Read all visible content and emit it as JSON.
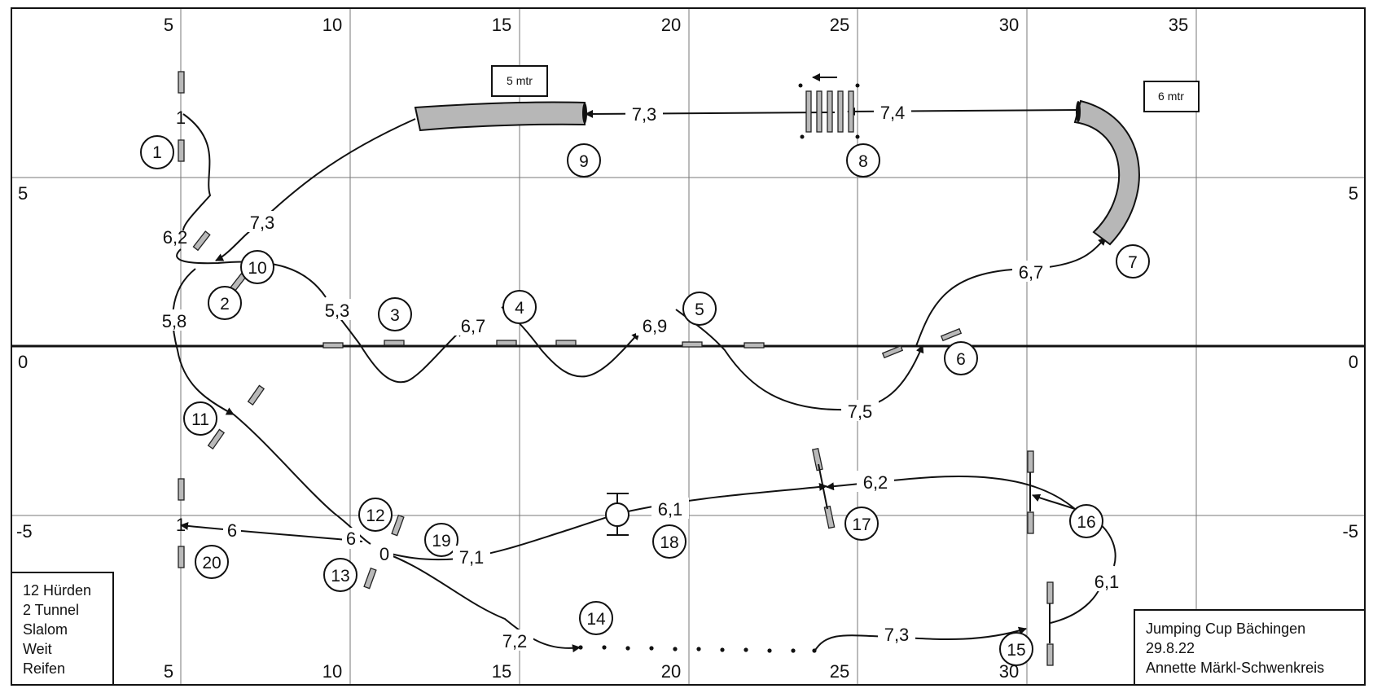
{
  "course": {
    "axis_top": [
      "5",
      "10",
      "15",
      "20",
      "25",
      "30",
      "35"
    ],
    "axis_bottom": [
      "5",
      "10",
      "15",
      "20",
      "25",
      "30"
    ],
    "axis_left": [
      "5",
      "0",
      "-5"
    ],
    "axis_right": [
      "5",
      "0",
      "-5"
    ],
    "tunnel_labels": [
      "5 mtr",
      "6 mtr"
    ],
    "obstacle_numbers": [
      "1",
      "2",
      "3",
      "4",
      "5",
      "6",
      "7",
      "8",
      "9",
      "10",
      "11",
      "12",
      "13",
      "14",
      "15",
      "16",
      "17",
      "18",
      "19",
      "20"
    ],
    "distances": [
      "7,3",
      "7,4",
      "7,3",
      "6,2",
      "5,3",
      "6,7",
      "6,9",
      "6,7",
      "7,5",
      "5,8",
      "6",
      "6",
      "0",
      "7,1",
      "6,1",
      "6,2",
      "7,2",
      "7,3",
      "6,1"
    ],
    "start_finish_markers": [
      "1",
      "1"
    ]
  },
  "equipment": [
    "12 Hürden",
    "2 Tunnel",
    "Slalom",
    "Weit",
    "Reifen"
  ],
  "info": {
    "title": "Jumping Cup Bächingen",
    "date": "29.8.22",
    "judge": "Annette Märkl-Schwenkreis"
  }
}
